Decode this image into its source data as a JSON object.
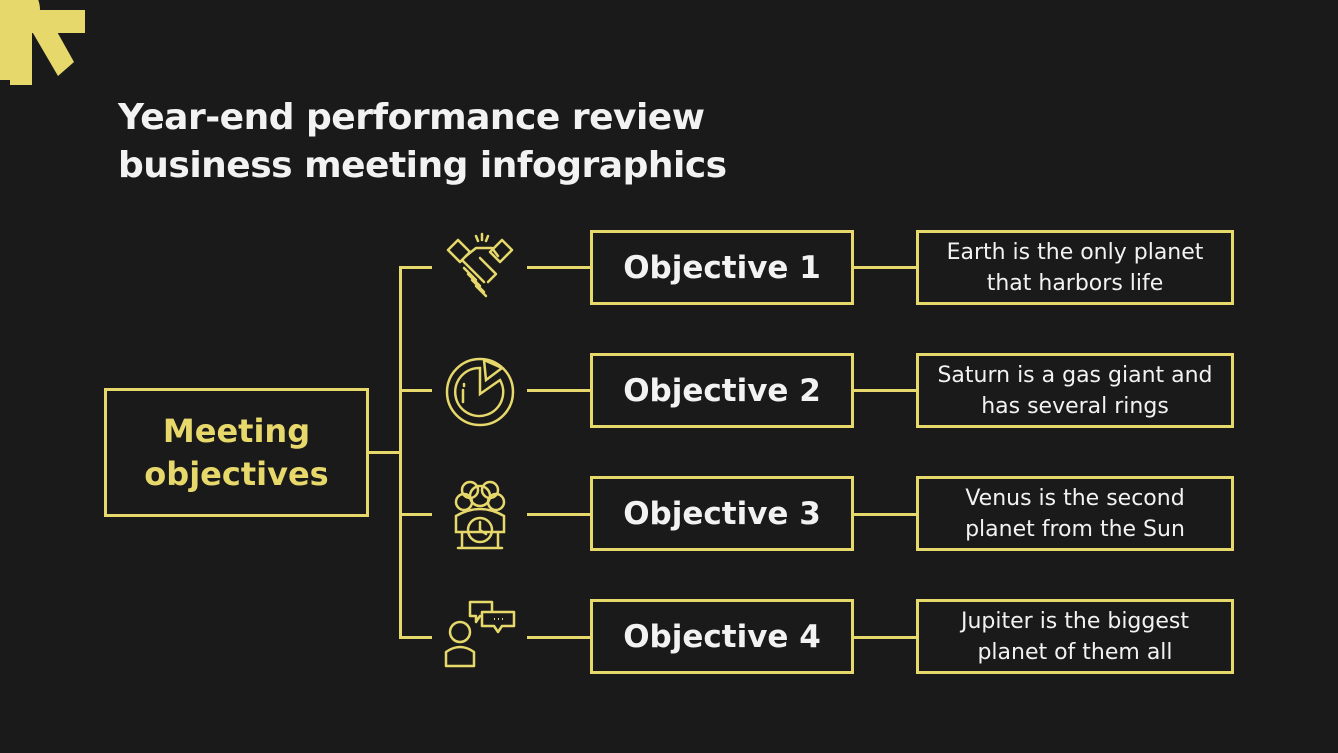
{
  "title": {
    "line1": "Year-end performance review",
    "line2": "business meeting infographics"
  },
  "center": {
    "line1": "Meeting",
    "line2": "objectives"
  },
  "colors": {
    "background": "#1a1a1a",
    "accent": "#e6d86a",
    "text": "#f2f2f2"
  },
  "objectives": [
    {
      "label": "Objective 1",
      "icon": "handshake-icon",
      "desc_line1": "Earth is the only planet",
      "desc_line2": "that harbors life"
    },
    {
      "label": "Objective 2",
      "icon": "pie-chart-icon",
      "desc_line1": "Saturn is a gas giant and",
      "desc_line2": "has several rings"
    },
    {
      "label": "Objective 3",
      "icon": "team-clock-icon",
      "desc_line1": "Venus is the second",
      "desc_line2": "planet from the Sun"
    },
    {
      "label": "Objective 4",
      "icon": "person-chat-icon",
      "desc_line1": "Jupiter is the biggest",
      "desc_line2": "planet of them all"
    }
  ]
}
